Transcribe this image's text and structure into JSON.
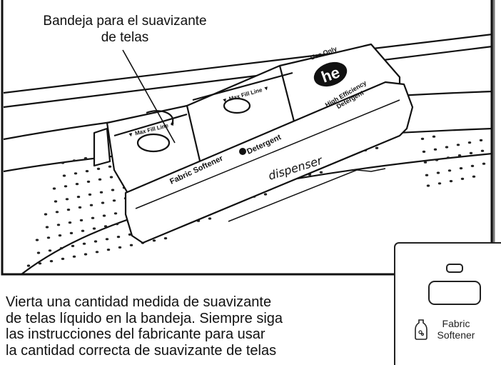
{
  "callout": {
    "line1": "Bandeja para el suavizante",
    "line2": "de telas"
  },
  "tray_labels": {
    "max_fill_left": "▼ Max Fill Line ▼",
    "max_fill_right": "▼ Max Fill Line ▼",
    "fabric_softener": "Fabric Softener",
    "detergent": "Detergent",
    "he_symbol": "he",
    "use_only": "Use Only",
    "he_line1": "High Efficiency",
    "he_line2": "Detergent",
    "dispenser": "dispenser"
  },
  "body_text": {
    "line1": "Vierta una cantidad medida de suavizante",
    "line2": "de telas líquido en la bandeja. Siempre siga",
    "line3": "las instrucciones del fabricante para usar",
    "line4": "la cantidad correcta de suavizante de telas"
  },
  "control_panel": {
    "label_line1": "Fabric",
    "label_line2": "Softener"
  }
}
